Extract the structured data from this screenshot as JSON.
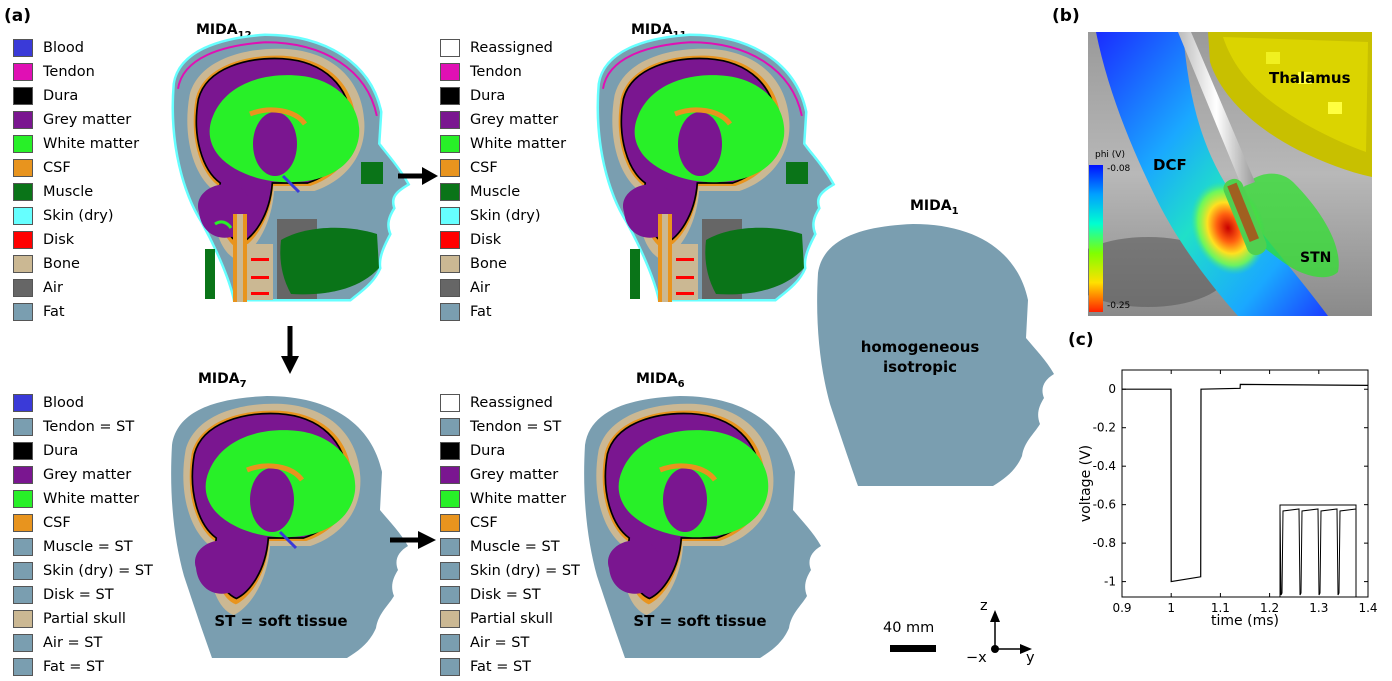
{
  "panels": {
    "a": "(a)",
    "b": "(b)",
    "c": "(c)"
  },
  "colors": {
    "blood": "#3a3ad8",
    "tendon": "#e010b4",
    "dura": "#000000",
    "grey_matter": "#7a1690",
    "white_matter": "#28f028",
    "csf": "#e8941e",
    "muscle": "#0a7418",
    "skin": "#66ffff",
    "disk": "#ff0000",
    "bone": "#cbb893",
    "air": "#666666",
    "fat": "#7a9eb0",
    "reassigned": "#ffffff"
  },
  "models": {
    "mida12": {
      "name": "MIDA",
      "sub": "12",
      "legend": [
        {
          "label": "Blood",
          "color": "#3a3ad8"
        },
        {
          "label": "Tendon",
          "color": "#e010b4"
        },
        {
          "label": "Dura",
          "color": "#000000"
        },
        {
          "label": "Grey matter",
          "color": "#7a1690"
        },
        {
          "label": "White matter",
          "color": "#28f028"
        },
        {
          "label": "CSF",
          "color": "#e8941e"
        },
        {
          "label": "Muscle",
          "color": "#0a7418"
        },
        {
          "label": "Skin (dry)",
          "color": "#66ffff"
        },
        {
          "label": "Disk",
          "color": "#ff0000"
        },
        {
          "label": "Bone",
          "color": "#cbb893"
        },
        {
          "label": "Air",
          "color": "#666666"
        },
        {
          "label": "Fat",
          "color": "#7a9eb0"
        }
      ]
    },
    "mida11": {
      "name": "MIDA",
      "sub": "11",
      "legend": [
        {
          "label": "Reassigned",
          "color": "#ffffff"
        },
        {
          "label": "Tendon",
          "color": "#e010b4"
        },
        {
          "label": "Dura",
          "color": "#000000"
        },
        {
          "label": "Grey matter",
          "color": "#7a1690"
        },
        {
          "label": "White matter",
          "color": "#28f028"
        },
        {
          "label": "CSF",
          "color": "#e8941e"
        },
        {
          "label": "Muscle",
          "color": "#0a7418"
        },
        {
          "label": "Skin (dry)",
          "color": "#66ffff"
        },
        {
          "label": "Disk",
          "color": "#ff0000"
        },
        {
          "label": "Bone",
          "color": "#cbb893"
        },
        {
          "label": "Air",
          "color": "#666666"
        },
        {
          "label": "Fat",
          "color": "#7a9eb0"
        }
      ]
    },
    "mida7": {
      "name": "MIDA",
      "sub": "7",
      "caption": "ST = soft tissue",
      "legend": [
        {
          "label": "Blood",
          "color": "#3a3ad8"
        },
        {
          "label": "Tendon = ST",
          "color": "#7a9eb0"
        },
        {
          "label": "Dura",
          "color": "#000000"
        },
        {
          "label": "Grey matter",
          "color": "#7a1690"
        },
        {
          "label": "White matter",
          "color": "#28f028"
        },
        {
          "label": "CSF",
          "color": "#e8941e"
        },
        {
          "label": "Muscle = ST",
          "color": "#7a9eb0"
        },
        {
          "label": "Skin (dry) = ST",
          "color": "#7a9eb0"
        },
        {
          "label": "Disk = ST",
          "color": "#7a9eb0"
        },
        {
          "label": "Partial skull",
          "color": "#cbb893"
        },
        {
          "label": "Air = ST",
          "color": "#7a9eb0"
        },
        {
          "label": "Fat = ST",
          "color": "#7a9eb0"
        }
      ]
    },
    "mida6": {
      "name": "MIDA",
      "sub": "6",
      "caption": "ST = soft tissue",
      "legend": [
        {
          "label": "Reassigned",
          "color": "#ffffff"
        },
        {
          "label": "Tendon = ST",
          "color": "#7a9eb0"
        },
        {
          "label": "Dura",
          "color": "#000000"
        },
        {
          "label": "Grey matter",
          "color": "#7a1690"
        },
        {
          "label": "White matter",
          "color": "#28f028"
        },
        {
          "label": "CSF",
          "color": "#e8941e"
        },
        {
          "label": "Muscle = ST",
          "color": "#7a9eb0"
        },
        {
          "label": "Skin (dry) = ST",
          "color": "#7a9eb0"
        },
        {
          "label": "Disk = ST",
          "color": "#7a9eb0"
        },
        {
          "label": "Partial skull",
          "color": "#cbb893"
        },
        {
          "label": "Air = ST",
          "color": "#7a9eb0"
        },
        {
          "label": "Fat = ST",
          "color": "#7a9eb0"
        }
      ]
    },
    "mida1": {
      "name": "MIDA",
      "sub": "1",
      "caption_line1": "homogeneous",
      "caption_line2": "isotropic"
    }
  },
  "scale_bar": {
    "label": "40 mm"
  },
  "axes3d": {
    "z": "z",
    "x": "−x",
    "y": "y"
  },
  "panel_b": {
    "labels": {
      "thalamus": "Thalamus",
      "dcf": "DCF",
      "stn": "STN"
    },
    "colorbar": {
      "title": "phi (V)",
      "max_label": "-0.08",
      "min_label": "-0.25"
    }
  },
  "chart_data": {
    "type": "line",
    "xlabel": "time (ms)",
    "ylabel": "voltage (V)",
    "xlim": [
      0.9,
      1.4
    ],
    "ylim": [
      -1.08,
      0.1
    ],
    "xticks": [
      0.9,
      1.0,
      1.1,
      1.2,
      1.3,
      1.4
    ],
    "xtick_labels": [
      "0.9",
      "1",
      "1.1",
      "1.2",
      "1.3",
      "1.4"
    ],
    "yticks": [
      0,
      -0.2,
      -0.4,
      -0.6,
      -0.8,
      -1.0
    ],
    "ytick_labels": [
      "0",
      "-0.2",
      "-0.4",
      "-0.6",
      "-0.8",
      "-1"
    ],
    "grid": false,
    "series": [
      {
        "x": [
          0.9,
          0.9995,
          1.0,
          1.06,
          1.0605,
          1.14,
          1.1405,
          1.4
        ],
        "y": [
          0,
          0,
          -1.0,
          -0.975,
          0,
          0.005,
          0.025,
          0.02
        ]
      }
    ]
  }
}
